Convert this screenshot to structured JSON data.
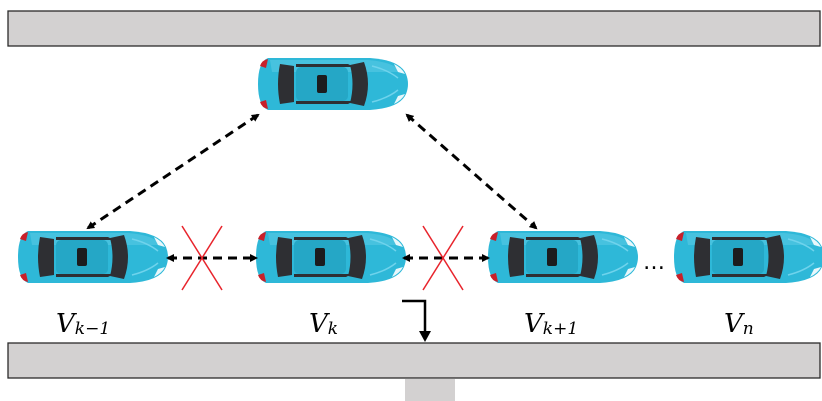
{
  "labels": {
    "v_k_minus_1": {
      "base": "V",
      "sub": "k−1"
    },
    "v_k": {
      "base": "V",
      "sub": "k"
    },
    "v_k_plus_1": {
      "base": "V",
      "sub": "k+1"
    },
    "v_n": {
      "base": "V",
      "sub": "n"
    }
  },
  "ellipsis": "…",
  "colors": {
    "road": "#d3d1d1",
    "road_border": "#2b2b2b",
    "car_body": "#2eb8d8",
    "car_glass": "#2e2f33",
    "arrow": "#000000",
    "blocked_cross": "#e8242c"
  }
}
